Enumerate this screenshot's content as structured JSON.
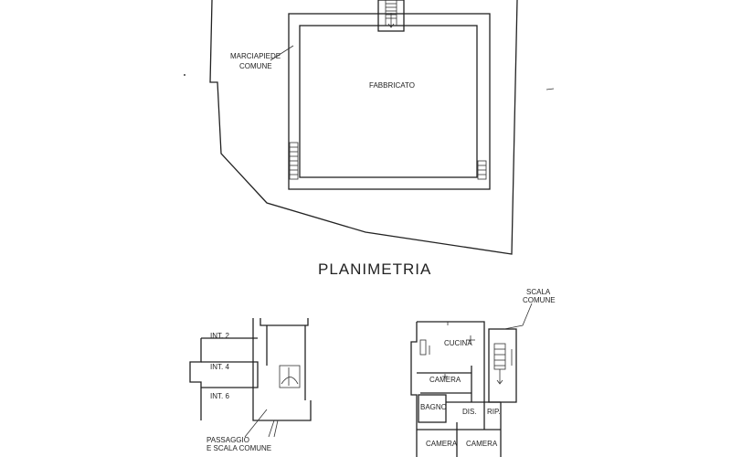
{
  "site_plan": {
    "building_label": "FABBRICATO",
    "sidewalk_label_line1": "MARCIAPIEDE",
    "sidewalk_label_line2": "COMUNE"
  },
  "title": "PLANIMETRIA",
  "key_plan": {
    "units": [
      "INT. 2",
      "INT. 4",
      "INT. 6"
    ],
    "passage_label_line1": "PASSAGGIO",
    "passage_label_line2": "E SCALA COMUNE"
  },
  "apartment": {
    "stair_label_line1": "SCALA",
    "stair_label_line2": "COMUNE",
    "rooms": {
      "kitchen": "CUCINA",
      "bedroom_top": "CAMERA",
      "bathroom": "BAGNO",
      "hall": "DIS.",
      "storage": "RIP.",
      "bedroom_left": "CAMERA",
      "bedroom_right": "CAMERA"
    }
  }
}
